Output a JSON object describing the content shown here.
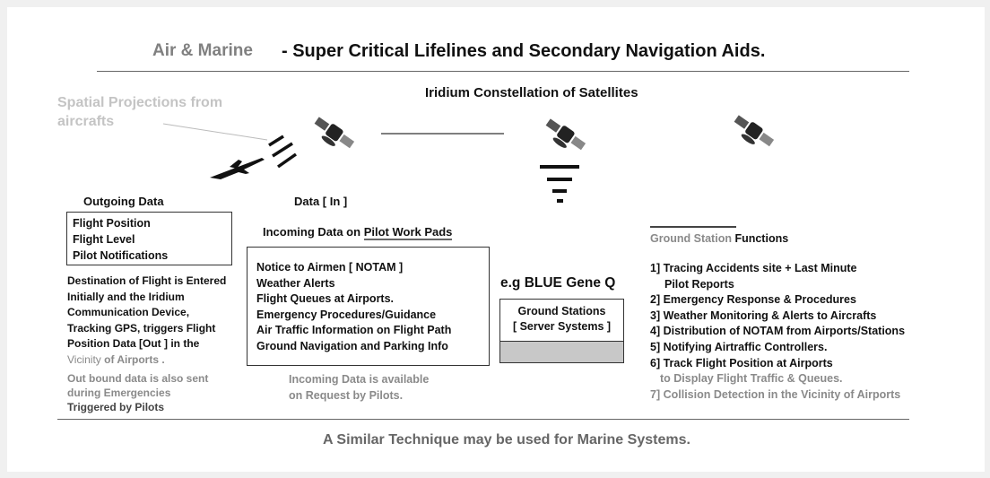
{
  "header": {
    "prefix": "Air & Marine",
    "title": "- Super Critical Lifelines and Secondary Navigation Aids."
  },
  "constellation_title": "Iridium Constellation of Satellites",
  "spatial": {
    "line1": "Spatial Projections from",
    "line2": "aircrafts"
  },
  "data_in_label": "Data [ In ]",
  "outgoing": {
    "title": "Outgoing Data",
    "items": [
      "Flight Position",
      "Flight Level",
      "Pilot Notifications"
    ],
    "description": [
      "Destination of Flight is Entered",
      "Initially and the Iridium",
      "Communication Device,",
      "Tracking GPS, triggers Flight",
      "Position Data [Out ] in the"
    ],
    "vicinity_gray": "Vicinity",
    "vicinity_rest": "of Airports .",
    "emergency_note": [
      "Out bound data is also sent",
      "during Emergencies"
    ],
    "triggered": "Triggered by Pilots"
  },
  "incoming": {
    "title_prefix": "Incoming Data on",
    "title_link": "Pilot Work Pads",
    "items": [
      "Notice to Airmen [ NOTAM ]",
      "Weather Alerts",
      "Flight Queues at Airports.",
      "Emergency Procedures/Guidance",
      "Air Traffic Information on Flight Path",
      "Ground Navigation and Parking Info"
    ],
    "note": [
      "Incoming Data is available",
      "on Request by Pilots."
    ]
  },
  "server": {
    "example": "e.g BLUE Gene Q",
    "line1": "Ground Stations",
    "line2": "[ Server Systems ]"
  },
  "ground_functions": {
    "title_gray": "Ground Station",
    "title_bold": "Functions",
    "items": [
      "1] Tracing Accidents site + Last Minute",
      "Pilot Reports",
      "2] Emergency  Response & Procedures",
      "3] Weather Monitoring & Alerts to Aircrafts",
      "4]  Distribution of NOTAM from Airports/Stations",
      "5] Notifying Airtraffic Controllers.",
      "6] Track Flight Position at Airports"
    ],
    "item6_sub": "to Display Flight Traffic &   Queues.",
    "item7": "7] Collision Detection in the  Vicinity  of Airports"
  },
  "footer": "A  Similar Technique may be used for Marine Systems.",
  "colors": {
    "background": "#f0f0f0",
    "card": "#ffffff",
    "accent_gray": "#8a8a8a",
    "server_fill": "#c8c8c8"
  },
  "icons": [
    "satellite-icon",
    "airplane-icon",
    "signal-waves-icon",
    "ground-antenna-icon"
  ]
}
